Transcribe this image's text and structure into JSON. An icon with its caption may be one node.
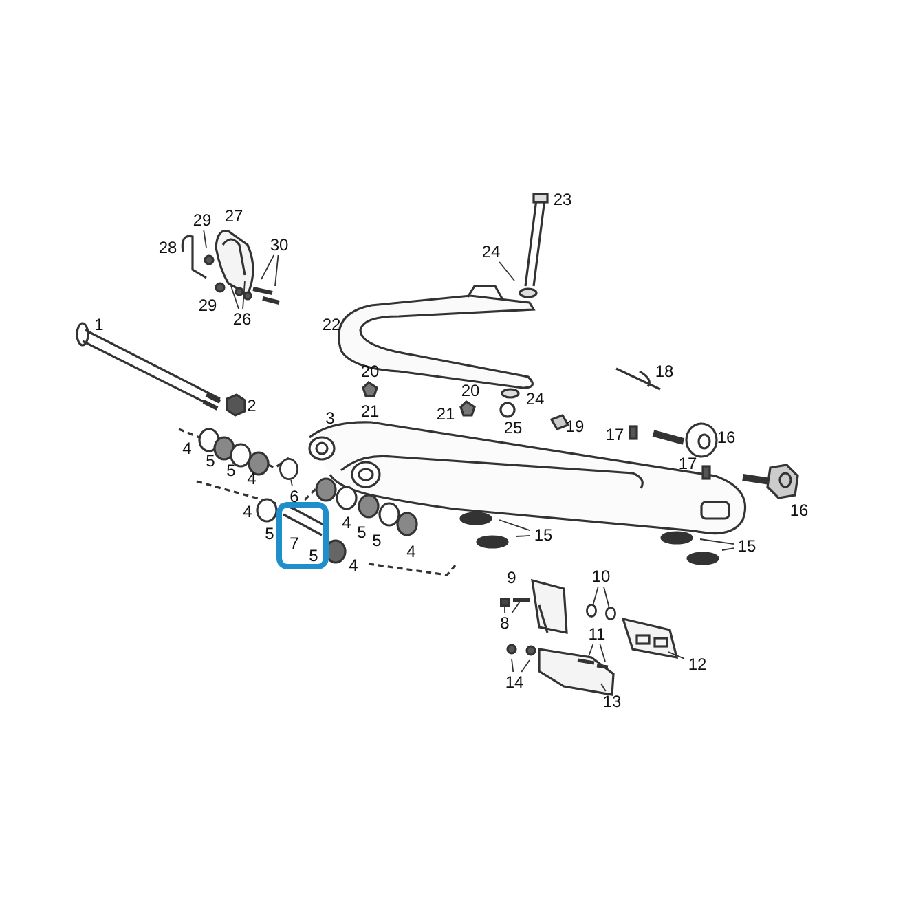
{
  "diagram": {
    "nodes": [
      {
        "text": [
          "29"
        ]
      },
      {
        "text": [
          "30"
        ]
      },
      {
        "text": [
          "26"
        ]
      },
      {
        "text": [
          "24"
        ]
      },
      {
        "text": [
          "6"
        ]
      },
      {
        "text": [
          "15"
        ]
      },
      {
        "text": [
          "15"
        ]
      },
      {
        "text": [
          "10"
        ]
      },
      {
        "text": [
          "8"
        ]
      },
      {
        "text": [
          "11"
        ]
      },
      {
        "text": [
          "12"
        ]
      },
      {
        "text": [
          "14"
        ]
      },
      {
        "text": [
          "13"
        ]
      },
      {
        "text": [],
        "shape": "circle"
      },
      {
        "text": [],
        "shape": "circle"
      },
      {
        "text": [],
        "shape": "circle"
      },
      {
        "text": [],
        "shape": "box"
      },
      {
        "text": [],
        "shape": "box"
      }
    ],
    "edges": [
      {
        "from": 0,
        "to": null,
        "arrow": "none"
      },
      {
        "from": 1,
        "to": null,
        "arrow": "none"
      },
      {
        "from": 1,
        "to": null,
        "arrow": "none"
      },
      {
        "from": 2,
        "to": null,
        "arrow": "none"
      },
      {
        "from": 2,
        "to": null,
        "arrow": "none"
      },
      {
        "from": 3,
        "to": null,
        "arrow": "none"
      },
      {
        "from": 4,
        "to": 13,
        "arrow": "none"
      },
      {
        "from": 5,
        "to": null,
        "arrow": "none"
      },
      {
        "from": 5,
        "to": null,
        "arrow": "none"
      },
      {
        "from": 6,
        "to": null,
        "arrow": "none"
      },
      {
        "from": 6,
        "to": null,
        "arrow": "none"
      },
      {
        "from": 7,
        "to": 14,
        "arrow": "none"
      },
      {
        "from": 7,
        "to": 15,
        "arrow": "none"
      },
      {
        "from": 8,
        "to": 16,
        "arrow": "none"
      },
      {
        "from": 8,
        "to": 17,
        "arrow": "none"
      },
      {
        "from": 9,
        "to": null,
        "arrow": "none"
      },
      {
        "from": 9,
        "to": null,
        "arrow": "none"
      },
      {
        "from": 10,
        "to": null,
        "arrow": "none"
      },
      {
        "from": 11,
        "to": null,
        "arrow": "none"
      },
      {
        "from": 11,
        "to": null,
        "arrow": "none"
      },
      {
        "from": 12,
        "to": null,
        "arrow": "none"
      }
    ],
    "labels": [
      "23",
      "27",
      "28",
      "29",
      "1",
      "22",
      "20",
      "18",
      "20",
      "24",
      "2",
      "3",
      "21",
      "21",
      "25",
      "19",
      "17",
      "16",
      "4",
      "5",
      "5",
      "17",
      "4",
      "4",
      "16",
      "5",
      "7",
      "5",
      "4",
      "4",
      "5",
      "5",
      "4",
      "9"
    ]
  }
}
